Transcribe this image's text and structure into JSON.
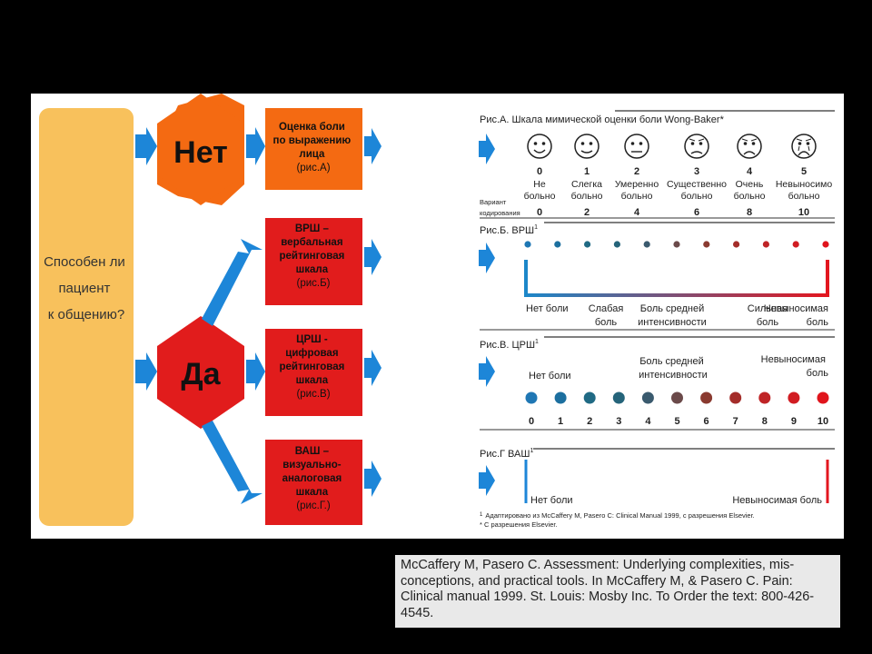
{
  "flowchart": {
    "question_lines": [
      "Способен ли",
      "пациент",
      "к общению?"
    ],
    "no_label": "Нет",
    "yes_label": "Да",
    "box_face_lines": [
      "Оценка боли",
      "по выражению",
      "лица"
    ],
    "box_face_ref": "(рис.А)",
    "box_vrs_lines": [
      "ВРШ –",
      "вербальная",
      "рейтинговая",
      "шкала"
    ],
    "box_vrs_ref": "(рис.Б)",
    "box_nrs_lines": [
      "ЦРШ  -",
      "цифровая",
      "рейтинговая",
      "шкала"
    ],
    "box_nrs_ref": "(рис.В)",
    "box_vas_lines": [
      "ВАШ –",
      "визуально-",
      "аналоговая",
      "шкала"
    ],
    "box_vas_ref": "(рис.Г.)"
  },
  "scales": {
    "a_title": "Рис.А. Шкала мимической оценки боли Wong-Baker*",
    "faces": [
      {
        "num": "0",
        "lines": [
          "Не",
          "больно"
        ],
        "code": "0"
      },
      {
        "num": "1",
        "lines": [
          "Слегка",
          "больно"
        ],
        "code": "2"
      },
      {
        "num": "2",
        "lines": [
          "Умеренно",
          "больно"
        ],
        "code": "4"
      },
      {
        "num": "3",
        "lines": [
          "Существенно",
          "больно"
        ],
        "code": "6"
      },
      {
        "num": "4",
        "lines": [
          "Очень",
          "больно"
        ],
        "code": "8"
      },
      {
        "num": "5",
        "lines": [
          "Невыносимо",
          "больно"
        ],
        "code": "10"
      }
    ],
    "variant_lines": [
      "Вариант",
      "кодирования"
    ],
    "b_title": "Рис.Б.  ВРШ",
    "b_labels": [
      {
        "lines": [
          "Нет боли"
        ]
      },
      {
        "lines": [
          "Слабая",
          "боль"
        ]
      },
      {
        "lines": [
          "Боль средней",
          "интенсивности"
        ]
      },
      {
        "lines": [
          "Сильная",
          "боль"
        ]
      },
      {
        "lines": [
          "Невыносимая",
          "боль"
        ]
      }
    ],
    "c_title": "Рис.В.  ЦРШ",
    "c_no_pain": "Нет боли",
    "c_mid_lines": [
      "Боль средней",
      "интенсивности"
    ],
    "c_max_lines": [
      "Невыносимая",
      "боль"
    ],
    "c_numbers": [
      "0",
      "1",
      "2",
      "3",
      "4",
      "5",
      "6",
      "7",
      "8",
      "9",
      "10"
    ],
    "d_title": "Рис.Г  ВАШ",
    "d_no_pain": "Нет боли",
    "d_max": "Невыносимая боль",
    "superscript": "1",
    "footnote1_num": "1",
    "footnote1": "Адаптировано из McCaffery M, Pasero C: Clinical Manual 1999, с разрешения Elsevier.",
    "footnote2": "* С разрешения Elsevier.",
    "dot_colors": [
      "#1f77b4",
      "#1c6f9f",
      "#206a84",
      "#25647a",
      "#3a5a6e",
      "#6b4a4a",
      "#8a3a30",
      "#a42d2a",
      "#bf2426",
      "#d11c22",
      "#e0141c"
    ]
  },
  "citation": "McCaffery M, Pasero C. Assessment: Underlying complexities, mis-conceptions, and practical tools. In McCaffery M, & Pasero C. Pain: Clinical manual 1999. St. Louis: Mosby Inc. To Order the text: 800-426-4545."
}
